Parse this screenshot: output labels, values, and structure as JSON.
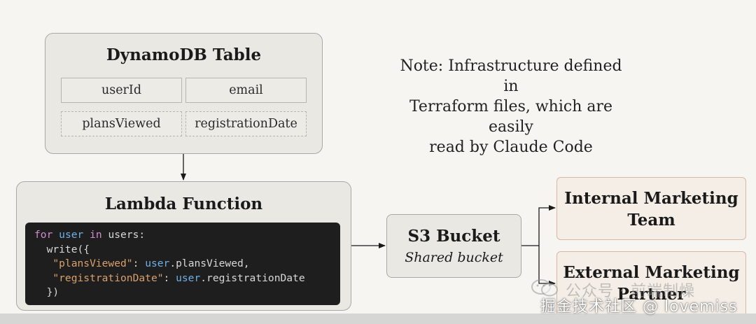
{
  "dynamodb": {
    "title": "DynamoDB Table",
    "fields": [
      "userId",
      "email",
      "plansViewed",
      "registrationDate"
    ]
  },
  "lambda": {
    "title": "Lambda Function",
    "code": {
      "kw_for": "for",
      "var_user": "user",
      "kw_in": "in",
      "users": "users:",
      "write": "write({",
      "key1": "\"plansViewed\"",
      "key2": "\"registrationDate\"",
      "colon": ":",
      "val1_obj": "user",
      "val1_prop": ".plansViewed,",
      "val2_obj": "user",
      "val2_prop": ".registrationDate",
      "close": "})"
    }
  },
  "s3": {
    "title": "S3 Bucket",
    "subtitle": "Shared bucket"
  },
  "internal": {
    "line1": "Internal Marketing",
    "line2": "Team"
  },
  "external": {
    "line1": "External Marketing",
    "line2": "Partner"
  },
  "note": {
    "line1": "Note: Infrastructure defined in",
    "line2": "Terraform files, which are easily",
    "line3": "read by Claude Code"
  },
  "watermark": {
    "line1": "公众号 · 前端制燥",
    "line2": "掘金技术社区 @ lovemiss"
  },
  "colors": {
    "grey_box": "#e9e8e3",
    "orange_box": "#f4eee7",
    "code_bg": "#1e1e1e",
    "keyword": "#d08bd2",
    "variable": "#6fb0e6",
    "string": "#d9a06b"
  }
}
